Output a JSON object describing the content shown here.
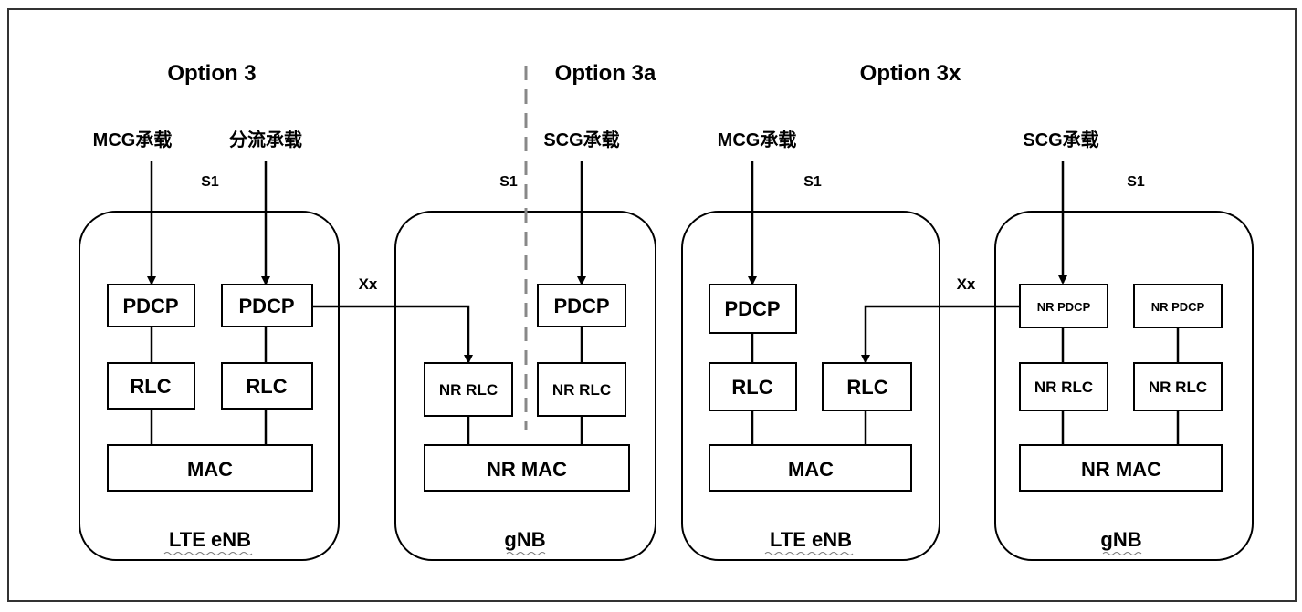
{
  "titles": {
    "option3": "Option 3",
    "option3a": "Option 3a",
    "option3x": "Option 3x"
  },
  "bearers": {
    "mcg_1": "MCG承载",
    "split": "分流承载",
    "scg_1": "SCG承载",
    "mcg_2": "MCG承载",
    "scg_2": "SCG承载"
  },
  "interfaces": {
    "s1_a": "S1",
    "s1_b": "S1",
    "s1_c": "S1",
    "s1_d": "S1",
    "xx_a": "Xx",
    "xx_b": "Xx"
  },
  "nodes": {
    "enb1": {
      "label": "LTE eNB",
      "pdcp_left": "PDCP",
      "pdcp_right": "PDCP",
      "rlc_left": "RLC",
      "rlc_right": "RLC",
      "mac": "MAC"
    },
    "gnb1": {
      "label": "gNB",
      "rlc_left": "NR RLC",
      "pdcp_right": "PDCP",
      "rlc_right": "NR RLC",
      "mac": "NR MAC"
    },
    "enb2": {
      "label": "LTE eNB",
      "pdcp_left": "PDCP",
      "rlc_left": "RLC",
      "rlc_right": "RLC",
      "mac": "MAC"
    },
    "gnb2": {
      "label": "gNB",
      "pdcp_left": "NR PDCP",
      "pdcp_right": "NR PDCP",
      "rlc_left": "NR RLC",
      "rlc_right": "NR RLC",
      "mac": "NR MAC"
    }
  }
}
